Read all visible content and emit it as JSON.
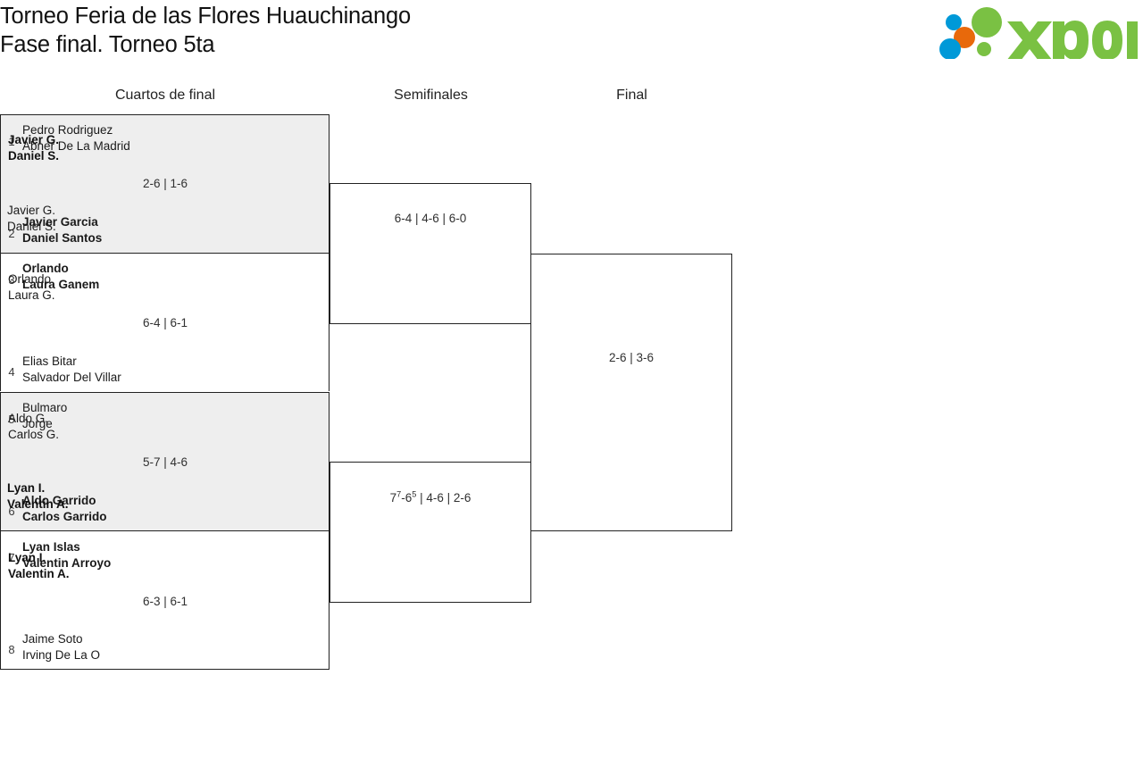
{
  "header": {
    "title": "Torneo Feria de las Flores Huauchinango\nFase final. Torneo 5ta",
    "logo": {
      "name": "xporty-logo",
      "wordmark": "xporty",
      "colors": {
        "green": "#7ac143",
        "blue": "#0099d8",
        "orange": "#e8690b"
      }
    }
  },
  "bracket": {
    "rounds": [
      {
        "label": "Cuartos de final"
      },
      {
        "label": "Semifinales"
      },
      {
        "label": "Final"
      }
    ],
    "quarterfinals": [
      {
        "seed_top": "1",
        "team_top": "Pedro Rodriguez\nAbner De La Madrid",
        "seed_bottom": "2",
        "team_bottom": "Javier Garcia\nDaniel Santos",
        "score": "2-6 | 1-6",
        "winner": "bottom",
        "shaded": true
      },
      {
        "seed_top": "3",
        "team_top": "Orlando\nLaura Ganem",
        "seed_bottom": "4",
        "team_bottom": "Elias Bitar\nSalvador Del Villar",
        "score": "6-4 | 6-1",
        "winner": "top",
        "shaded": false
      },
      {
        "seed_top": "5",
        "team_top": "Bulmaro\nJorge",
        "seed_bottom": "6",
        "team_bottom": "Aldo Garrido\nCarlos Garrido",
        "score": "5-7 | 4-6",
        "winner": "bottom",
        "shaded": true
      },
      {
        "seed_top": "7",
        "team_top": "Lyan Islas\nValentin Arroyo",
        "seed_bottom": "8",
        "team_bottom": "Jaime Soto\nIrving De La O",
        "score": "6-3 | 6-1",
        "winner": "top",
        "shaded": false
      }
    ],
    "semifinals": [
      {
        "team_top": "Javier G.\nDaniel S.",
        "team_bottom": "Orlando\nLaura G.",
        "score": "6-4 | 4-6 | 6-0",
        "winner": "top"
      },
      {
        "team_top": "Aldo G.\nCarlos G.",
        "team_bottom": "Lyan I.\nValentin A.",
        "score_prefix": "7",
        "score_sup1": "7",
        "score_mid": "-6",
        "score_sup2": "5",
        "score_suffix": " | 4-6 | 2-6",
        "score": "7⁷-6⁵ | 4-6 | 2-6",
        "winner": "bottom"
      }
    ],
    "final": {
      "team_top": "Javier G.\nDaniel S.",
      "team_bottom": "Lyan I.\nValentin A.",
      "score": "2-6 | 3-6",
      "winner": "bottom"
    }
  }
}
